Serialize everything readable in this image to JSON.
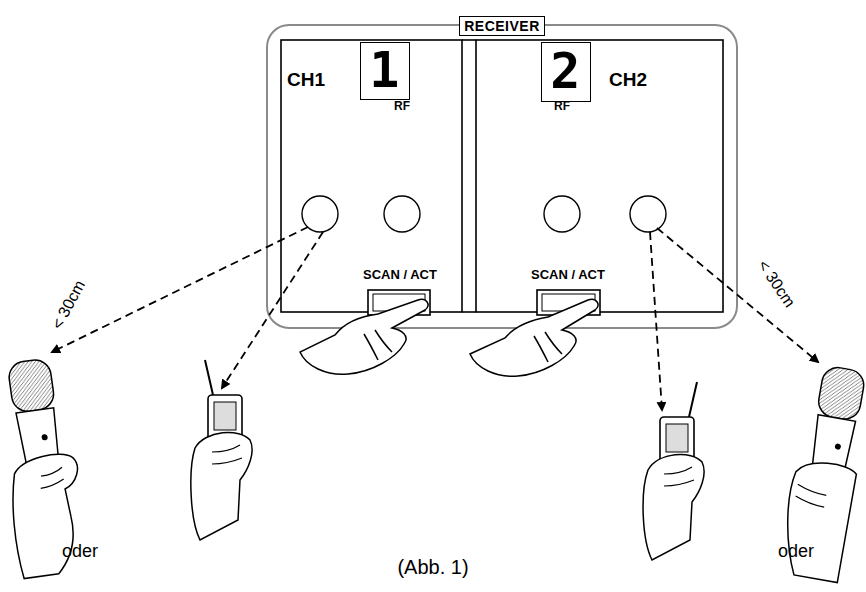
{
  "diagram": {
    "caption": "(Abb. 1)",
    "nodes": [
      {
        "text": [
          "RECEIVER"
        ]
      },
      {
        "text": [
          "1"
        ],
        "in": 0
      },
      {
        "text": [
          "2"
        ],
        "in": 0
      }
    ],
    "labels": [
      "CH1",
      "CH2",
      "RF",
      "RF",
      "SCAN / ACT",
      "SCAN / ACT",
      "< 30cm",
      "< 30cm",
      "oder",
      "oder"
    ]
  }
}
